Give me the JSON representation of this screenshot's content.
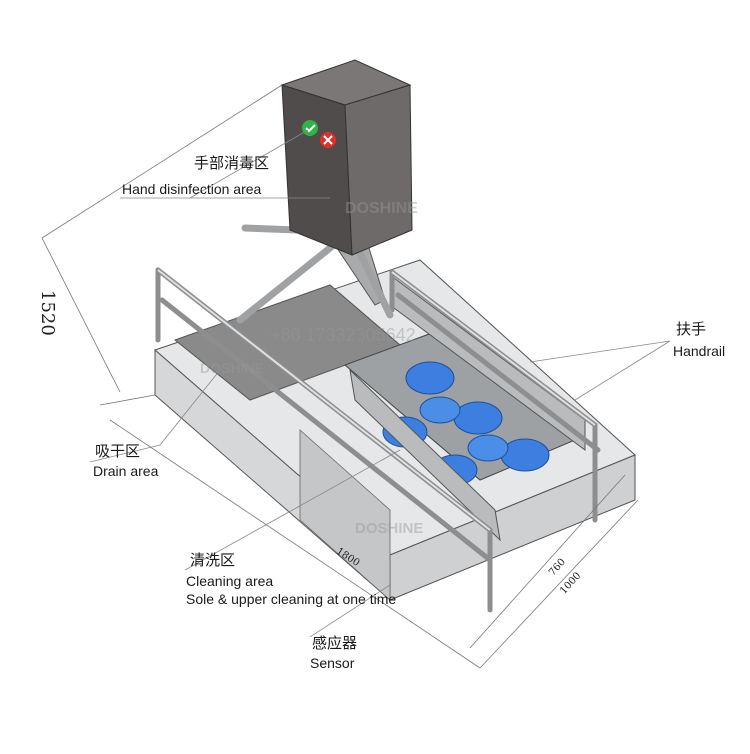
{
  "labels": {
    "hand_cn": "手部消毒区",
    "hand_en": "Hand disinfection area",
    "handrail_cn": "扶手",
    "handrail_en": "Handrail",
    "drain_cn": "吸干区",
    "drain_en": "Drain area",
    "cleaning_cn": "清洗区",
    "cleaning_en": "Cleaning area",
    "cleaning_en2": "Sole & upper cleaning at one time",
    "sensor_cn": "感应器",
    "sensor_en": "Sensor"
  },
  "dimensions": {
    "height": "1520",
    "length": "1800",
    "width_inner": "760",
    "width_outer": "1000"
  },
  "watermark": {
    "brand": "DOSHINE",
    "phone": "+86 17332305642"
  },
  "indicators": {
    "ok_color": "#2fb34a",
    "stop_color": "#e0302a"
  },
  "colors": {
    "cabinet": "#5e5b5a",
    "steel": "#c9cbcd",
    "brush": "#3d7fe0"
  }
}
